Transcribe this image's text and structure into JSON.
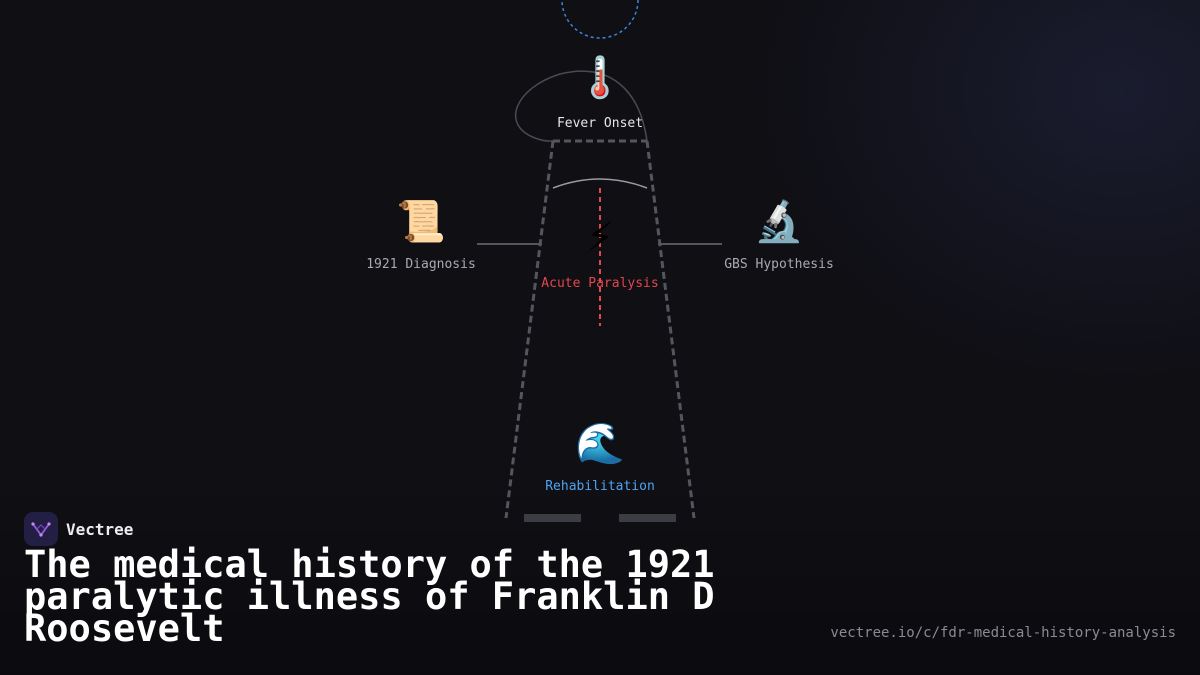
{
  "diagram": {
    "nodes": [
      {
        "id": "fever",
        "icon": "🌡️",
        "icon_name": "thermometer-icon",
        "label": "Fever Onset",
        "color": "#e6e6ea"
      },
      {
        "id": "diagnosis",
        "icon": "📜",
        "icon_name": "scroll-icon",
        "label": "1921 Diagnosis",
        "color": "#a9a9b2"
      },
      {
        "id": "paralysis",
        "icon": "⚡",
        "icon_name": "lightning-icon",
        "label": "Acute Paralysis",
        "color": "#e0484e"
      },
      {
        "id": "gbs",
        "icon": "🔬",
        "icon_name": "microscope-icon",
        "label": "GBS Hypothesis",
        "color": "#a9a9b2"
      },
      {
        "id": "rehab",
        "icon": "🌊",
        "icon_name": "wave-icon",
        "label": "Rehabilitation",
        "color": "#4ea3f0"
      }
    ]
  },
  "brand": {
    "name": "Vectree",
    "logo_icon": "vectree-logo-icon",
    "accent": "#9a5ce0"
  },
  "title": "The medical history of the 1921 paralytic illness of Franklin D Roosevelt",
  "url": "vectree.io/c/fdr-medical-history-analysis"
}
